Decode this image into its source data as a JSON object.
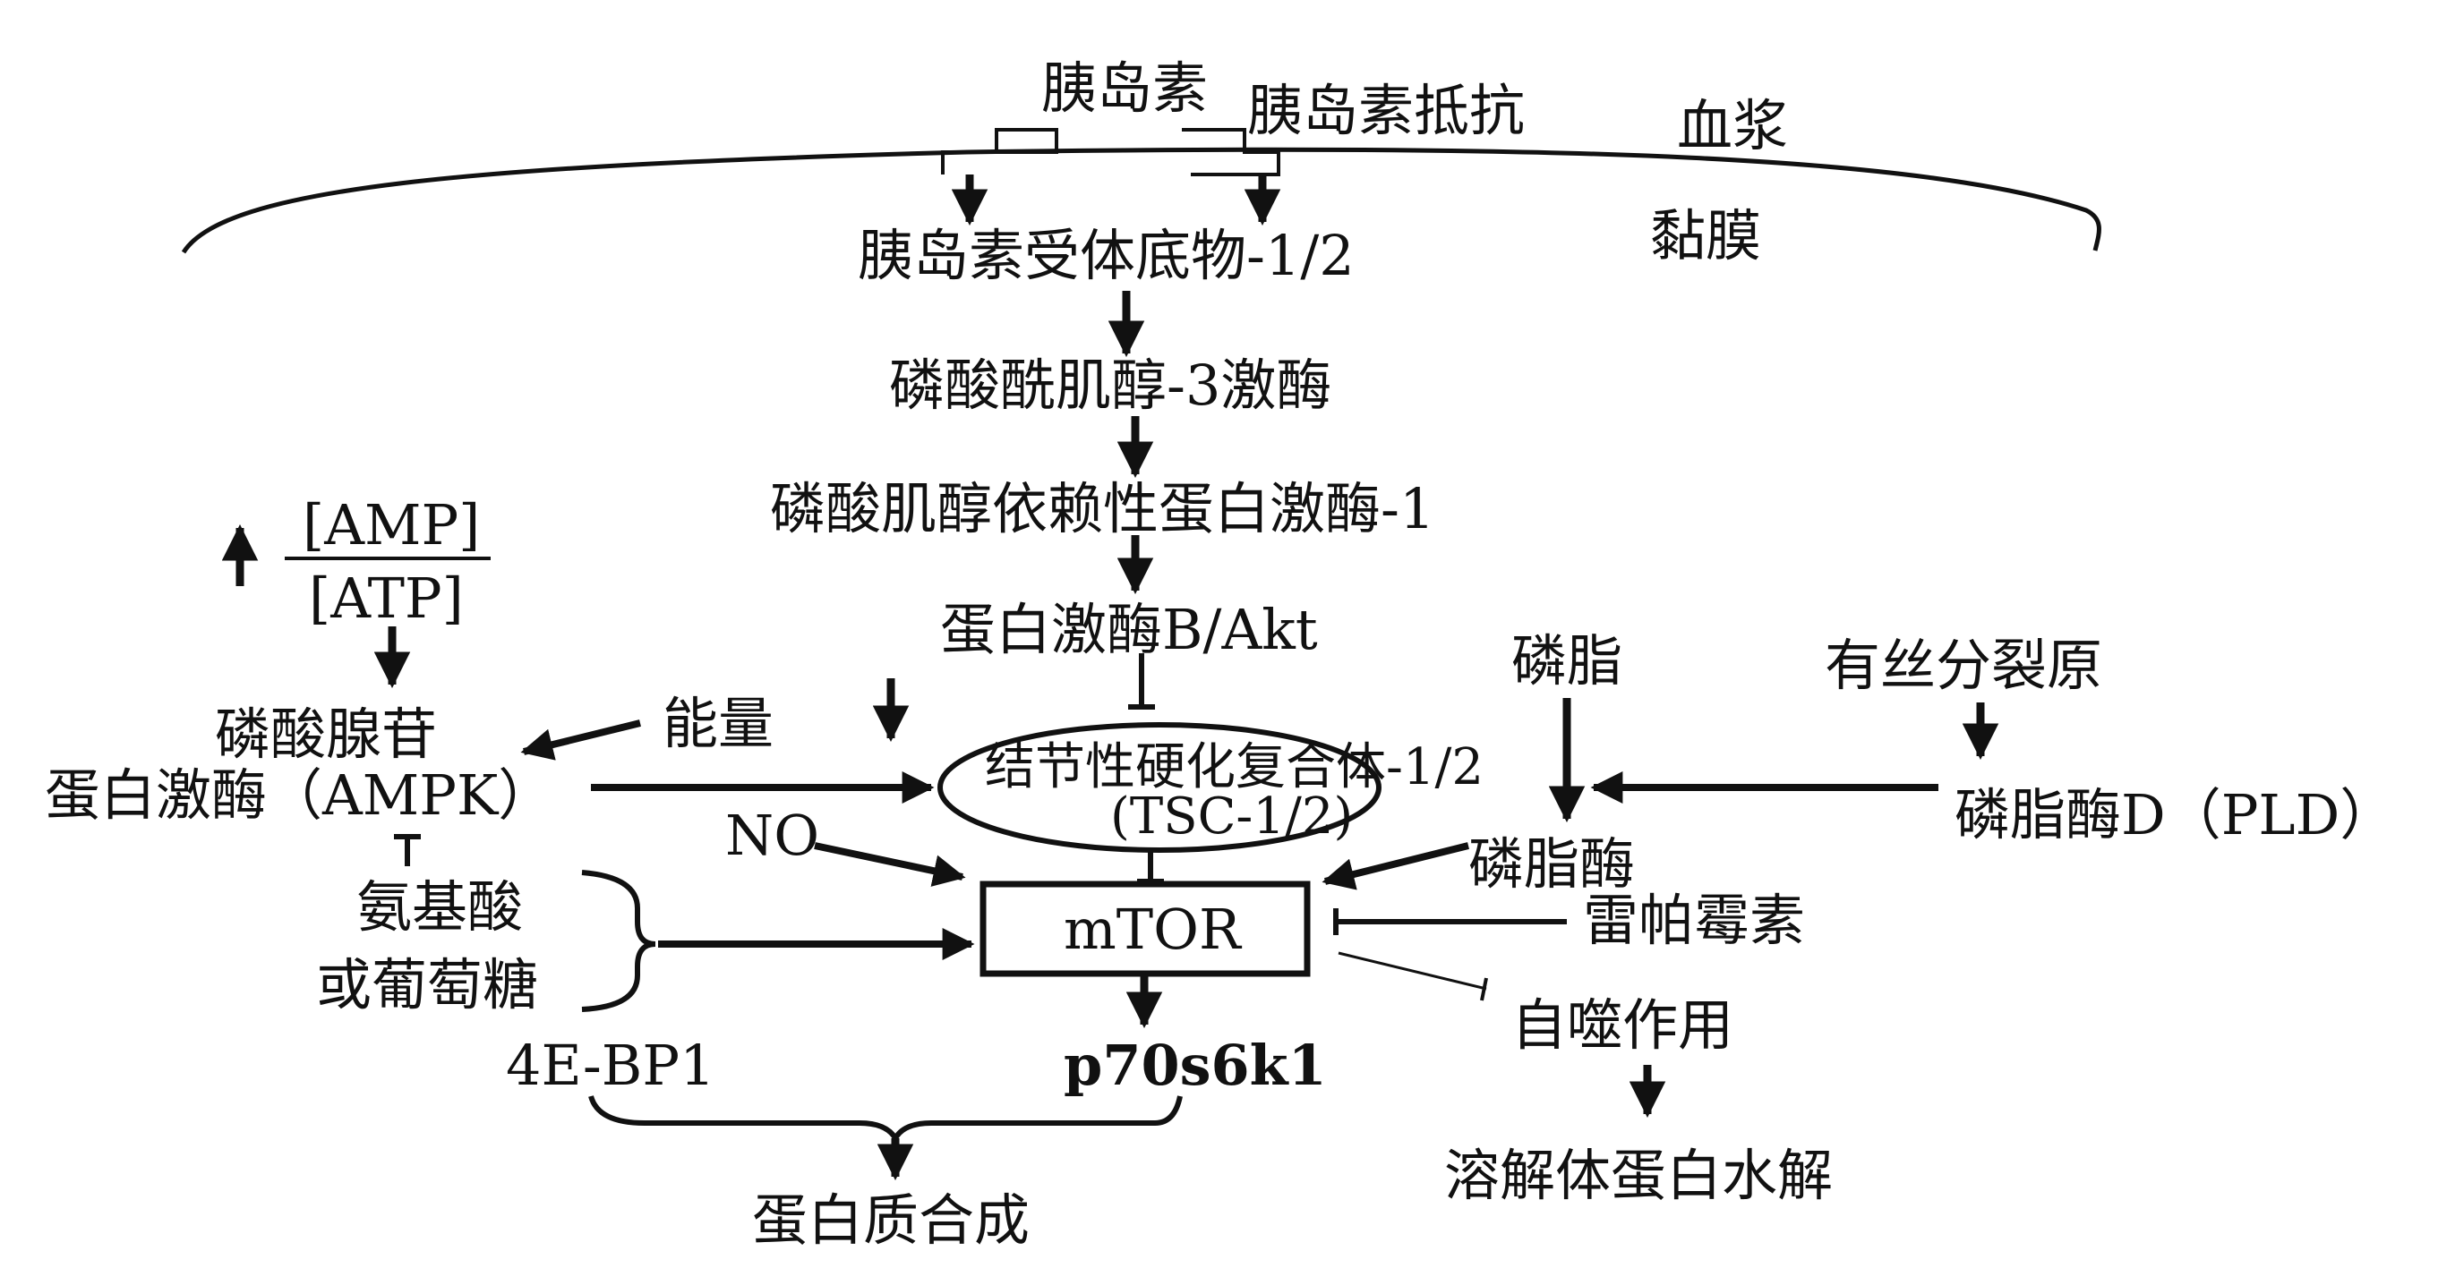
{
  "labels": {
    "insulin": "胰岛素",
    "insulin_resistance": "胰岛素抵抗",
    "plasma": "血浆",
    "mucosa": "黏膜",
    "irs": "胰岛素受体底物-1/2",
    "pi3k": "磷酸酰肌醇-3激酶",
    "pdk1": "磷酸肌醇依赖性蛋白激酶-1",
    "akt": "蛋白激酶B/Akt",
    "amp": "[AMP]",
    "atp": "[ATP]",
    "ampk_line1": "磷酸腺苷",
    "ampk_line2": "蛋白激酶（AMPK）",
    "energy": "能量",
    "tsc_line1": "结节性硬化复合体-1/2",
    "tsc_line2": "(TSC-1/2)",
    "phospholipid": "磷脂",
    "mitogen": "有丝分裂原",
    "pld": "磷脂酶D（PLD）",
    "phospholipase": "磷脂酶",
    "no": "NO",
    "mtor": "mTOR",
    "rapamycin": "雷帕霉素",
    "amino_line1": "氨基酸",
    "amino_line2": "或葡萄糖",
    "autophagy": "自噬作用",
    "lysosome": "溶解体蛋白水解",
    "eif": "4E-BP1",
    "p70": "p70s6k1",
    "protein_synthesis": "蛋白质合成"
  }
}
